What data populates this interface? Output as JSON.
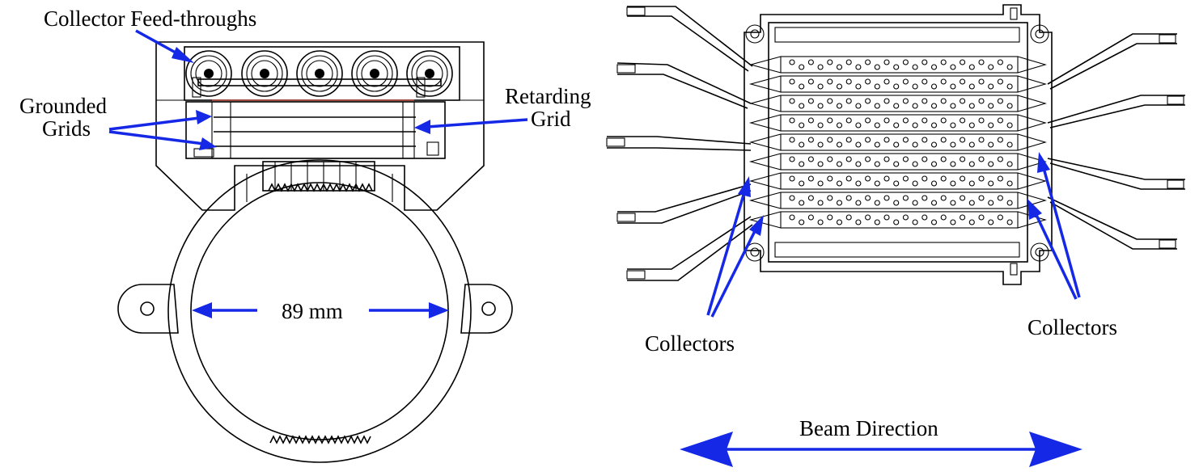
{
  "labels": {
    "collector_feedthroughs": "Collector Feed-throughs",
    "grounded_line1": "Grounded",
    "grounded_line2": "Grids",
    "retarding_line1": "Retarding",
    "retarding_line2": "Grid",
    "diameter": "89 mm",
    "collectors_left": "Collectors",
    "collectors_right": "Collectors",
    "beam_direction": "Beam Direction"
  },
  "colors": {
    "arrow": "#1528e6",
    "line": "#000000",
    "background": "#ffffff"
  }
}
